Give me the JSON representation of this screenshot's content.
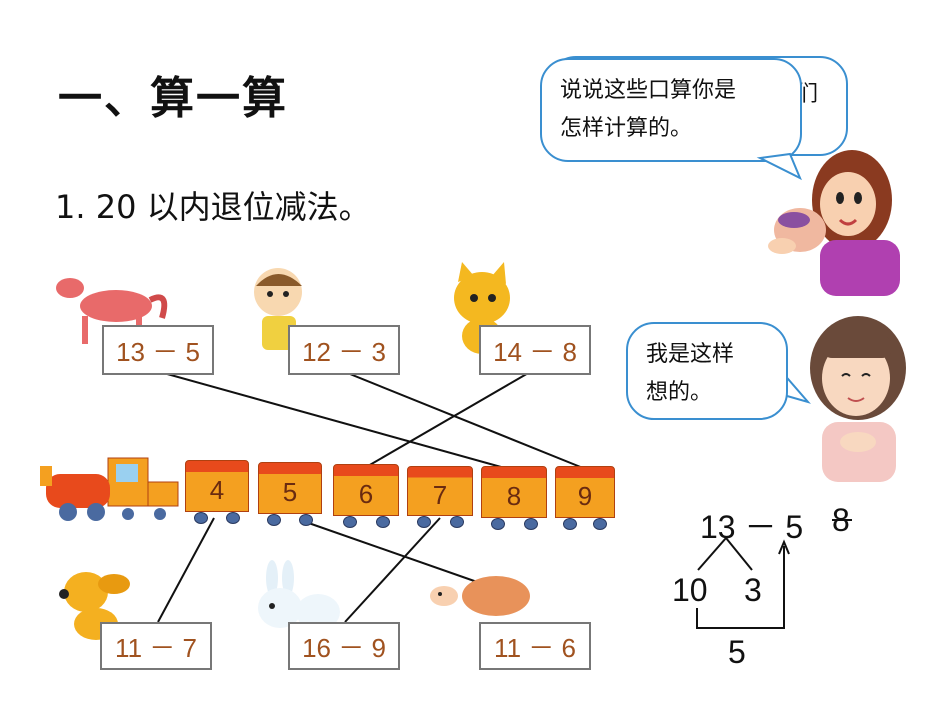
{
  "title": "一、算一算",
  "subtitle": "1. 20 以内退位减法。",
  "bubble_teacher": {
    "line1": "说说这些口算你是",
    "line2": "怎样计算的。",
    "hidden_char": "们"
  },
  "bubble_girl": {
    "line1": "我是这样",
    "line2": "想的。"
  },
  "top_expressions": [
    "13 － 5",
    "12 － 3",
    "14 － 8"
  ],
  "bottom_expressions": [
    "11 － 7",
    "16 － 9",
    "11 － 6"
  ],
  "train_cars": [
    "4",
    "5",
    "6",
    "7",
    "8",
    "9"
  ],
  "calc": {
    "expression": "13 － 5",
    "result": "8",
    "split_left": "10",
    "split_right": "3",
    "sum": "5"
  },
  "colors": {
    "bubble_border": "#3a8fd0",
    "car_body": "#f4a020",
    "car_roof": "#e84a1c",
    "expr_text": "#a0521f"
  }
}
